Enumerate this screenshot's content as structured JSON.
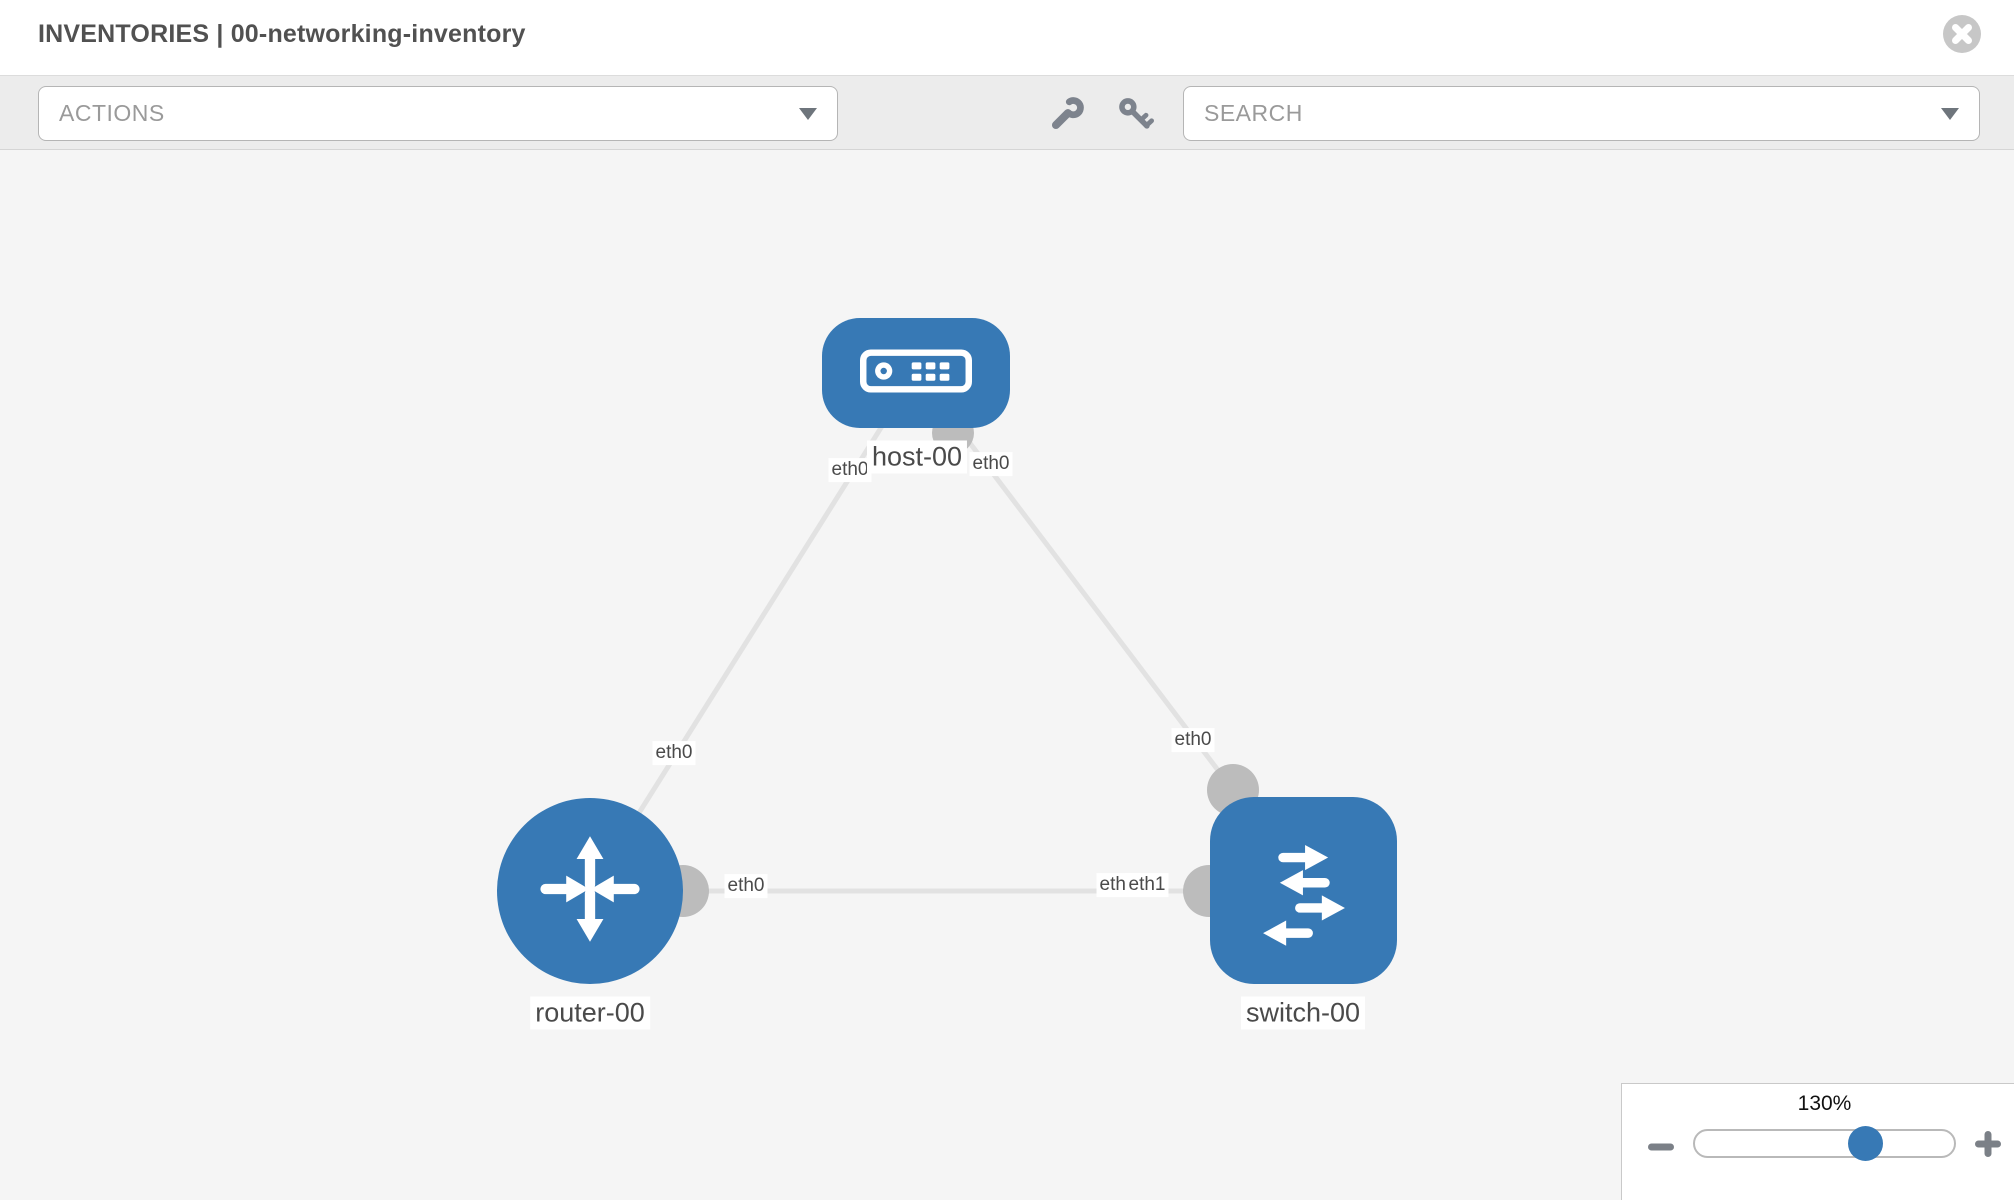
{
  "header": {
    "title": "INVENTORIES | 00-networking-inventory"
  },
  "toolbar": {
    "actions_label": "ACTIONS",
    "search_placeholder": "SEARCH",
    "icons": [
      "wrench-icon",
      "key-icon"
    ]
  },
  "canvas": {
    "nodes": [
      {
        "id": "host-00",
        "type": "host",
        "label": "host-00"
      },
      {
        "id": "router-00",
        "type": "router",
        "label": "router-00"
      },
      {
        "id": "switch-00",
        "type": "switch",
        "label": "switch-00"
      }
    ],
    "links": [
      {
        "from": "host-00",
        "from_interface": "eth0",
        "to": "router-00",
        "to_interface": "eth0"
      },
      {
        "from": "host-00",
        "from_interface": "eth0",
        "to": "switch-00",
        "to_interface": "eth0"
      },
      {
        "from": "router-00",
        "from_interface": "eth0",
        "to": "switch-00",
        "to_interface": "eth1"
      }
    ],
    "port_labels": [
      {
        "text": "eth0"
      },
      {
        "text": "eth0"
      },
      {
        "text": "eth0"
      },
      {
        "text": "eth0"
      },
      {
        "text": "eth0"
      },
      {
        "text": "eth0"
      },
      {
        "text": "eth1"
      }
    ]
  },
  "zoom_control": {
    "level": "130%"
  },
  "colors": {
    "node_blue": "#3779b5",
    "link_gray": "#e2e2e2",
    "port_gray": "#bcbcbc",
    "icon_gray": "#7d838d",
    "canvas_bg": "#f5f5f5"
  }
}
